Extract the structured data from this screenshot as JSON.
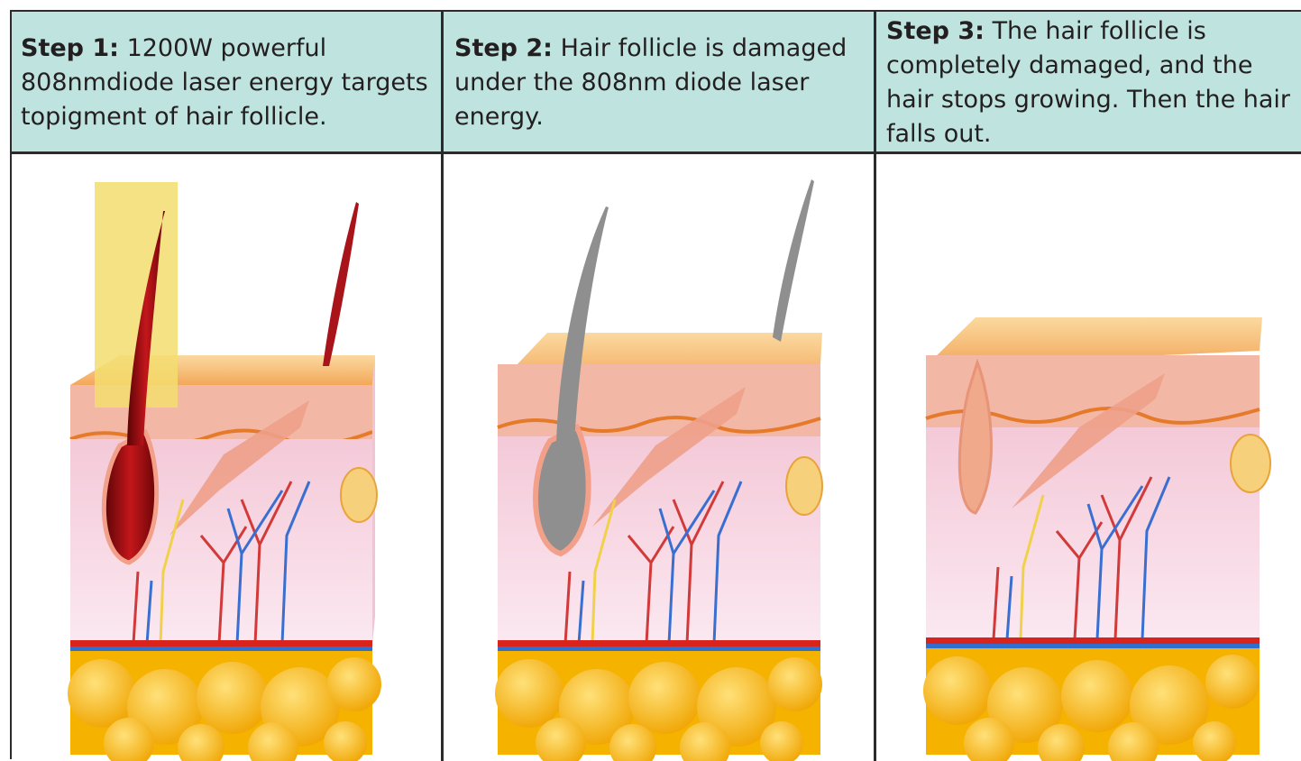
{
  "steps": [
    {
      "label": "Step 1:",
      "text": " 1200W powerful 808nmdiode laser energy targets topigment of hair follicle."
    },
    {
      "label": "Step 2:",
      "text": " Hair follicle is damaged under the 808nm diode laser energy."
    },
    {
      "label": "Step 3:",
      "text": " The hair follicle is completely damaged, and the hair stops growing. Then the hair falls out."
    }
  ],
  "colors": {
    "header_bg": "#bfe4df",
    "border": "#2b2b2b",
    "laser_beam": "#f2dc6a",
    "hair_step1": "#8e0f12",
    "hair_step2": "#8f8f8f",
    "follicle_step3": "#f0a98a",
    "skin_top": "#f5b870",
    "dermis": "#f6d9e6",
    "fat": "#f6b800"
  }
}
